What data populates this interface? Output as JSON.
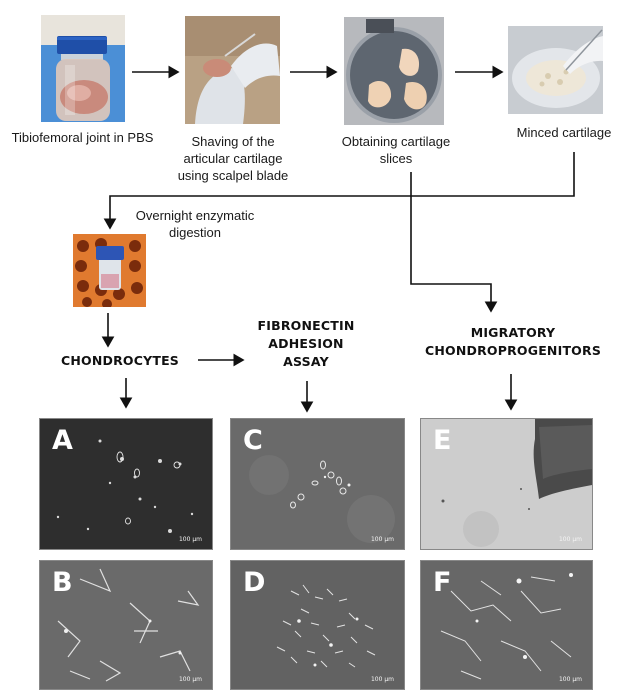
{
  "steps": {
    "joint": {
      "caption": "Tibiofemoral joint in PBS"
    },
    "shaving": {
      "caption_lines": [
        "Shaving of the",
        "articular cartilage",
        "using scalpel blade"
      ]
    },
    "slices": {
      "caption_lines": [
        "Obtaining cartilage",
        "slices"
      ]
    },
    "minced": {
      "caption": "Minced cartilage"
    },
    "digestion": {
      "caption_lines": [
        "Overnight enzymatic",
        "digestion"
      ]
    }
  },
  "nodes": {
    "chondrocytes": {
      "label": "CHONDROCYTES"
    },
    "fibronectin": {
      "label_lines": [
        "FIBRONECTIN",
        "ADHESION",
        "ASSAY"
      ]
    },
    "migratory": {
      "label_lines": [
        "MIGRATORY",
        "CHONDROPROGENITORS"
      ]
    }
  },
  "panels": [
    {
      "letter": "A",
      "scale": "100 µm"
    },
    {
      "letter": "B",
      "scale": "100 µm"
    },
    {
      "letter": "C",
      "scale": "100 µm"
    },
    {
      "letter": "D",
      "scale": "100 µm"
    },
    {
      "letter": "E",
      "scale": "100 µm"
    },
    {
      "letter": "F",
      "scale": "100 µm"
    }
  ],
  "colors": {
    "arrow": "#111111",
    "micro_dark": "#2f2f2f",
    "micro_mid": "#6f6f6f",
    "micro_light": "#cfcfcf"
  }
}
